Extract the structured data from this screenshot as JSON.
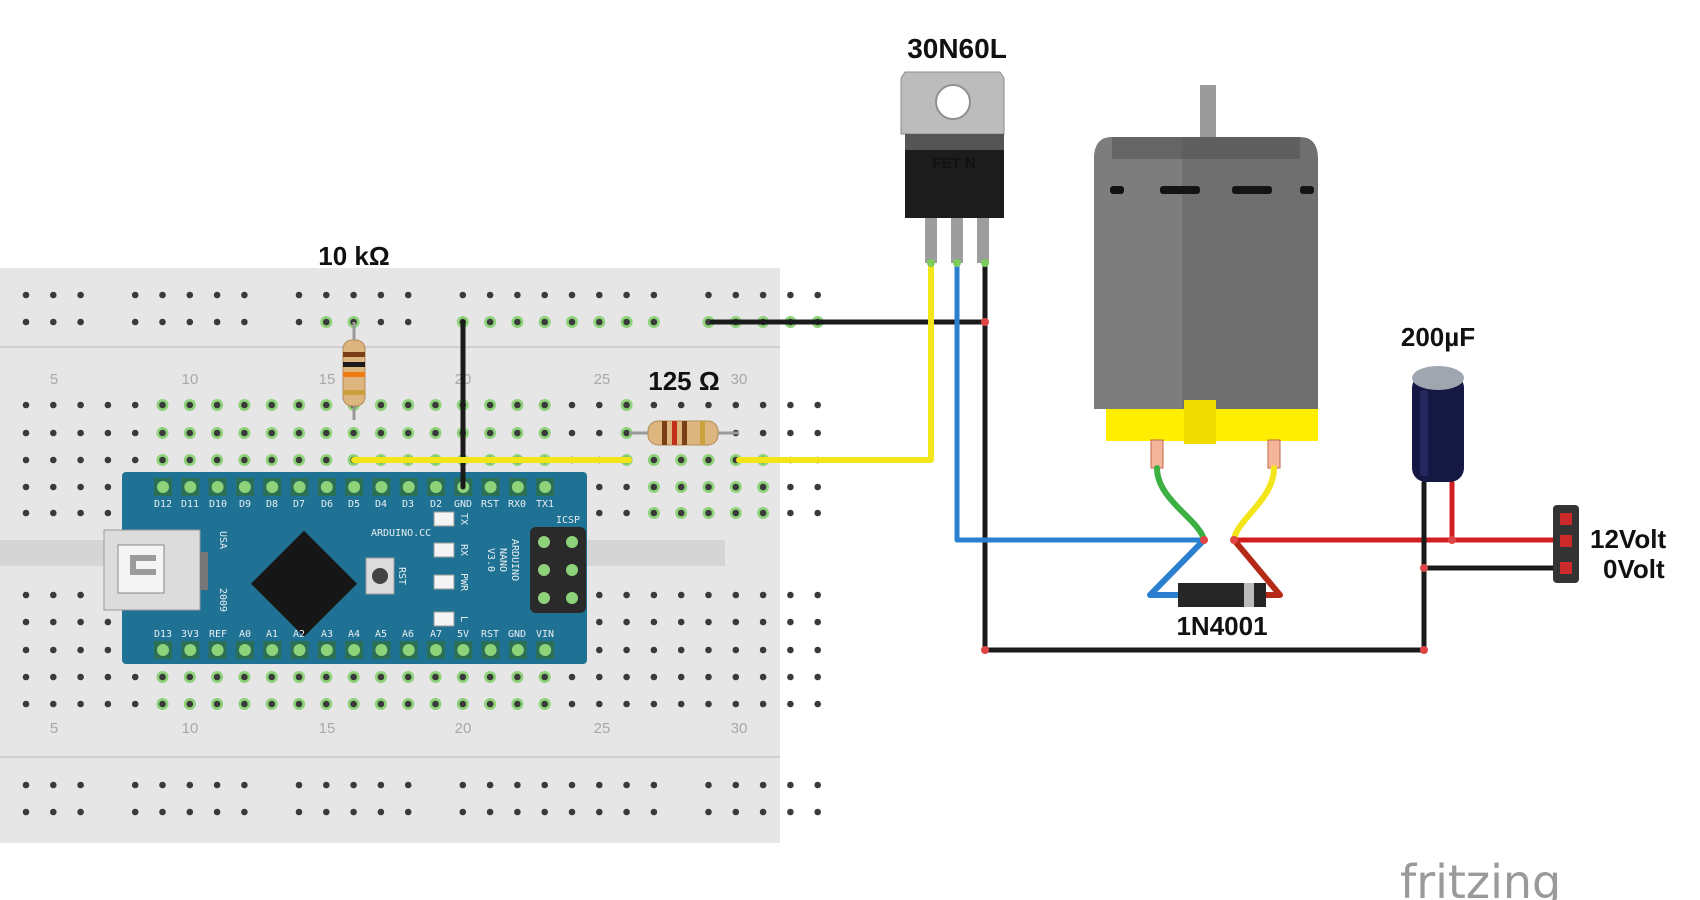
{
  "labels": {
    "mosfet": "30N60L",
    "mosfet_body": "FET  N",
    "r1": "10 kΩ",
    "r2": "125 Ω",
    "capacitor": "200µF",
    "diode": "1N4001",
    "power_plus": "12Volt",
    "power_minus": "0Volt",
    "watermark": "fritzing"
  },
  "breadboard": {
    "column_numbers": [
      "5",
      "10",
      "15",
      "20",
      "25",
      "30"
    ]
  },
  "arduino": {
    "top_pins": [
      "D12",
      "D11",
      "D10",
      "D9",
      "D8",
      "D7",
      "D6",
      "D5",
      "D4",
      "D3",
      "D2",
      "GND",
      "RST",
      "RX0",
      "TX1"
    ],
    "bottom_pins": [
      "D13",
      "3V3",
      "REF",
      "A0",
      "A1",
      "A2",
      "A3",
      "A4",
      "A5",
      "A6",
      "A7",
      "5V",
      "RST",
      "GND",
      "VIN"
    ],
    "led_labels": [
      "TX",
      "RX",
      "PWR",
      "L"
    ],
    "brand": "ARDUINO.CC",
    "model_lines": [
      "ARDUINO",
      "NANO",
      "V3.0"
    ],
    "icsp": "ICSP",
    "usa": "USA",
    "year": "2009",
    "rst_button": "RST"
  },
  "colors": {
    "wire_black": "#1a1a1a",
    "wire_yellow": "#f2e51a",
    "wire_blue": "#2a7fd0",
    "wire_red": "#d21e1e",
    "wire_green": "#3cb043",
    "arduino_board": "#1f7294",
    "motor_body": "#6f6f6f",
    "motor_band": "#ffee00"
  }
}
